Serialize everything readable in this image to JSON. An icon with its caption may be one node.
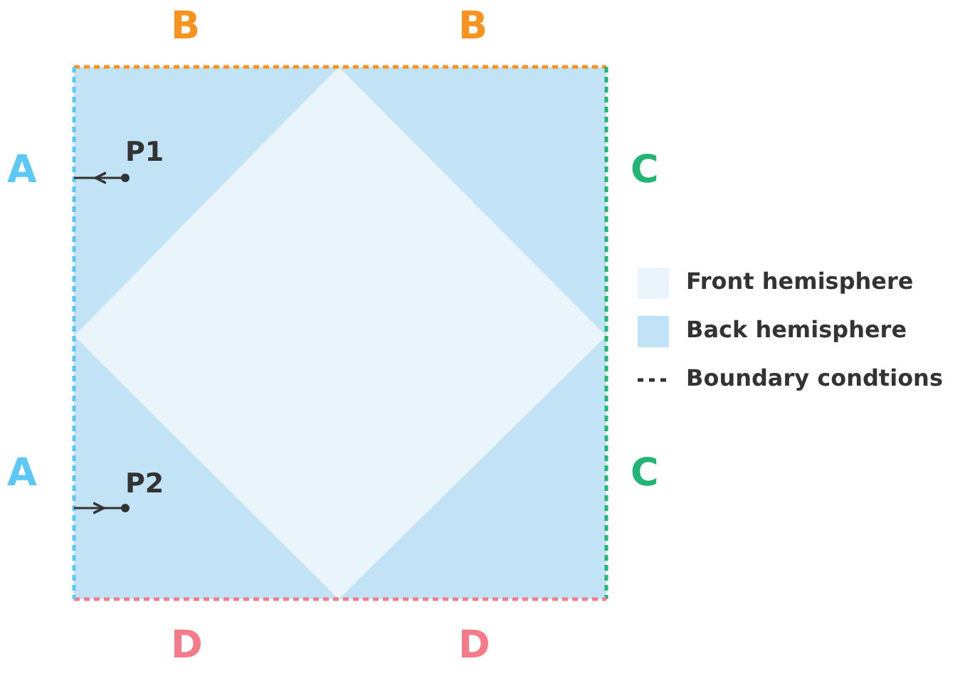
{
  "diagram": {
    "labels": [
      "B",
      "B",
      "A",
      "P1",
      "C",
      "A",
      "P2",
      "C",
      "D",
      "D"
    ],
    "legend": [
      {
        "text": "Front hemisphere",
        "color": "#eaf4fb"
      },
      {
        "text": "Back hemisphere",
        "color": "#c2e3f5"
      },
      {
        "text": "Boundary condtions"
      }
    ]
  }
}
